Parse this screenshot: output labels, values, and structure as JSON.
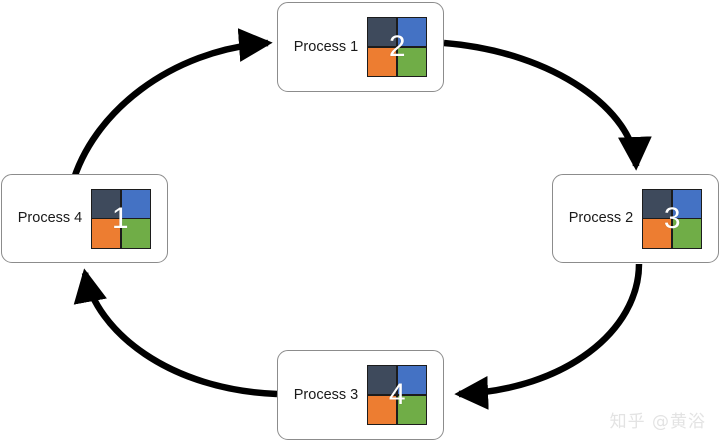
{
  "diagram": {
    "title": "Four-stage cyclic process diagram",
    "type": "cycle",
    "watermark": "知乎 @黄浴",
    "colors": {
      "quadrant_dark": "#3E4A5C",
      "quadrant_blue": "#4472C4",
      "quadrant_orange": "#ED7D31",
      "quadrant_green": "#70AD47",
      "box_border": "#8C8C8C",
      "arrow": "#000000",
      "background": "#FFFFFF",
      "watermark": "#E3E3E3"
    },
    "nodes": [
      {
        "id": "process-1",
        "label": "Process 1",
        "badge": "2",
        "position": "top"
      },
      {
        "id": "process-2",
        "label": "Process 2",
        "badge": "3",
        "position": "right"
      },
      {
        "id": "process-3",
        "label": "Process 3",
        "badge": "4",
        "position": "bottom"
      },
      {
        "id": "process-4",
        "label": "Process 4",
        "badge": "1",
        "position": "left"
      }
    ],
    "edges": [
      {
        "id": "edge-4-to-1",
        "from": "Process 4",
        "to": "Process 1",
        "direction": "clockwise"
      },
      {
        "id": "edge-1-to-2",
        "from": "Process 1",
        "to": "Process 2",
        "direction": "clockwise"
      },
      {
        "id": "edge-2-to-3",
        "from": "Process 2",
        "to": "Process 3",
        "direction": "clockwise"
      },
      {
        "id": "edge-3-to-4",
        "from": "Process 3",
        "to": "Process 4",
        "direction": "clockwise"
      }
    ]
  }
}
